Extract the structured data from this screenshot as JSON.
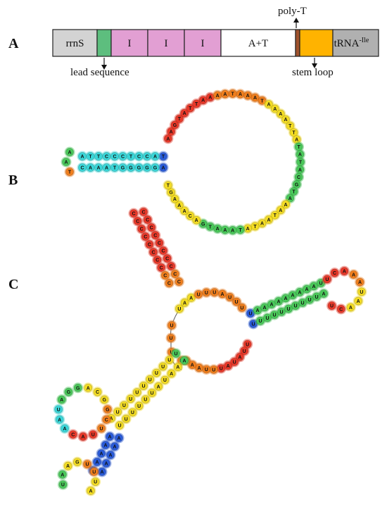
{
  "colors": {
    "rrnS": "#d3d3d3",
    "lead": "#5dbe7e",
    "repeat": "#e29fd3",
    "at": "#ffffff",
    "polyt": "#a0522d",
    "stemloop": "#ffb300",
    "trna": "#b0b0b0",
    "bp_red": "#e8392a",
    "bp_orange": "#f07f1e",
    "bp_yellow": "#f3dc24",
    "bp_green": "#4ac85a",
    "bp_cyan": "#3ad6d8",
    "bp_blue": "#2a5bd8"
  },
  "panels": {
    "a": {
      "label": "A"
    },
    "b": {
      "label": "B"
    },
    "c": {
      "label": "C"
    }
  },
  "control_region": {
    "segments": [
      {
        "id": "rrns",
        "label": "rrnS",
        "label_sup": "",
        "color": "#d3d3d3"
      },
      {
        "id": "lead",
        "label": "",
        "label_sup": "",
        "color": "#5dbe7e"
      },
      {
        "id": "repeat-1",
        "label": "I",
        "label_sup": "",
        "color": "#e29fd3"
      },
      {
        "id": "repeat-2",
        "label": "I",
        "label_sup": "",
        "color": "#e29fd3"
      },
      {
        "id": "repeat-3",
        "label": "I",
        "label_sup": "",
        "color": "#e29fd3"
      },
      {
        "id": "at-rich",
        "label": "A+T",
        "label_sup": "",
        "color": "#ffffff"
      },
      {
        "id": "poly-t",
        "label": "",
        "label_sup": "",
        "color": "#a0522d"
      },
      {
        "id": "stem-loop",
        "label": "",
        "label_sup": "",
        "color": "#ffb300"
      },
      {
        "id": "trna-ile",
        "label": "tRNA",
        "label_sup": "-Ile",
        "color": "#b0b0b0"
      }
    ],
    "annotations": {
      "lead": "lead sequence",
      "polyt": "poly-T",
      "stemloop": "stem loop"
    }
  },
  "structure_b": {
    "stem_top": "TACCTCCCTTAG",
    "stem_bottom": "AGGGGGTAAAC",
    "hairpin": "AAT",
    "big_loop": "AAGTATTAAAATAAATAAAATTATATACGTAAATAATATAAATGACAAAGT"
  },
  "structure_c": {
    "upper_stem": "CCCCCCCCCC",
    "upper_stem_pair": "CCCCCCCCCC",
    "central_top": "UAAUUUAUUU",
    "central_bottom": "UUAUAUUUAAU",
    "right_stem_top": "UAAAAAAAAAU",
    "right_stem_bottom": "UUUUUUUUUUA",
    "right_loop": "UCAAAUAACU",
    "lower_stem_left": "AAAUAUUUUUU",
    "lower_stem_right": "UUUUUUUUUUA",
    "left_loop": "GCAGGAUAACAUUCG",
    "bottom_stem": "AAAAA",
    "bottom_loop": "UAAGUUUA",
    "linker": "UUUU"
  }
}
